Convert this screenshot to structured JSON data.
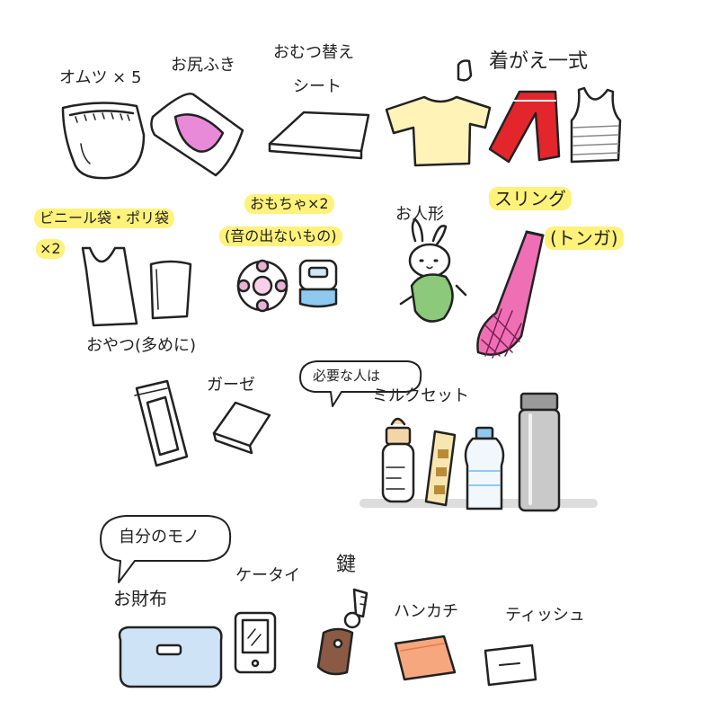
{
  "labels": {
    "diapers": "オムツ × 5",
    "wipes": "お尻ふき",
    "changing_sheet_line1": "おむつ替え",
    "changing_sheet_line2": "シート",
    "clothes_set": "着がえ一式",
    "plastic_bags_line1": "ビニール袋・ポリ袋",
    "plastic_bags_line2": "×2",
    "toys_line1": "おもちゃ×2",
    "toys_line2": "(音の出ないもの)",
    "doll": "お人形",
    "sling_line1": "スリング",
    "sling_line2": "(トンガ)",
    "snacks": "おやつ(多めに)",
    "gauze": "ガーゼ",
    "if_needed_bubble": "必要な人は",
    "milk_set": "ミルクセット",
    "personal_bubble": "自分のモノ",
    "wallet": "お財布",
    "phone": "ケータイ",
    "key": "鍵",
    "handkerchief": "ハンカチ",
    "tissue": "ティッシュ"
  },
  "colors": {
    "highlight": "#fff27a",
    "ink": "#222222",
    "wipes_pink": "#e98ad9",
    "shirt_yellow": "#fff3b8",
    "pants_red": "#e3262c",
    "doll_green": "#8cc97a",
    "sling_pink": "#ef6fb5",
    "wallet_blue": "#cfe3f6",
    "hanky_orange": "#f6a77e",
    "key_brown": "#8a5a44"
  },
  "icons": [
    "diaper-icon",
    "wipes-pack-icon",
    "changing-sheet-icon",
    "tshirt-icon",
    "pants-icon",
    "tank-top-icon",
    "sock-icon",
    "plastic-bag-icon",
    "poly-bag-icon",
    "ball-toy-icon",
    "rattle-toy-icon",
    "rabbit-doll-icon",
    "sling-icon",
    "snack-pack-icon",
    "gauze-icon",
    "baby-bottle-icon",
    "formula-sticks-icon",
    "water-bottle-icon",
    "thermos-icon",
    "wallet-icon",
    "phone-icon",
    "key-icon",
    "handkerchief-icon",
    "tissue-pack-icon"
  ]
}
